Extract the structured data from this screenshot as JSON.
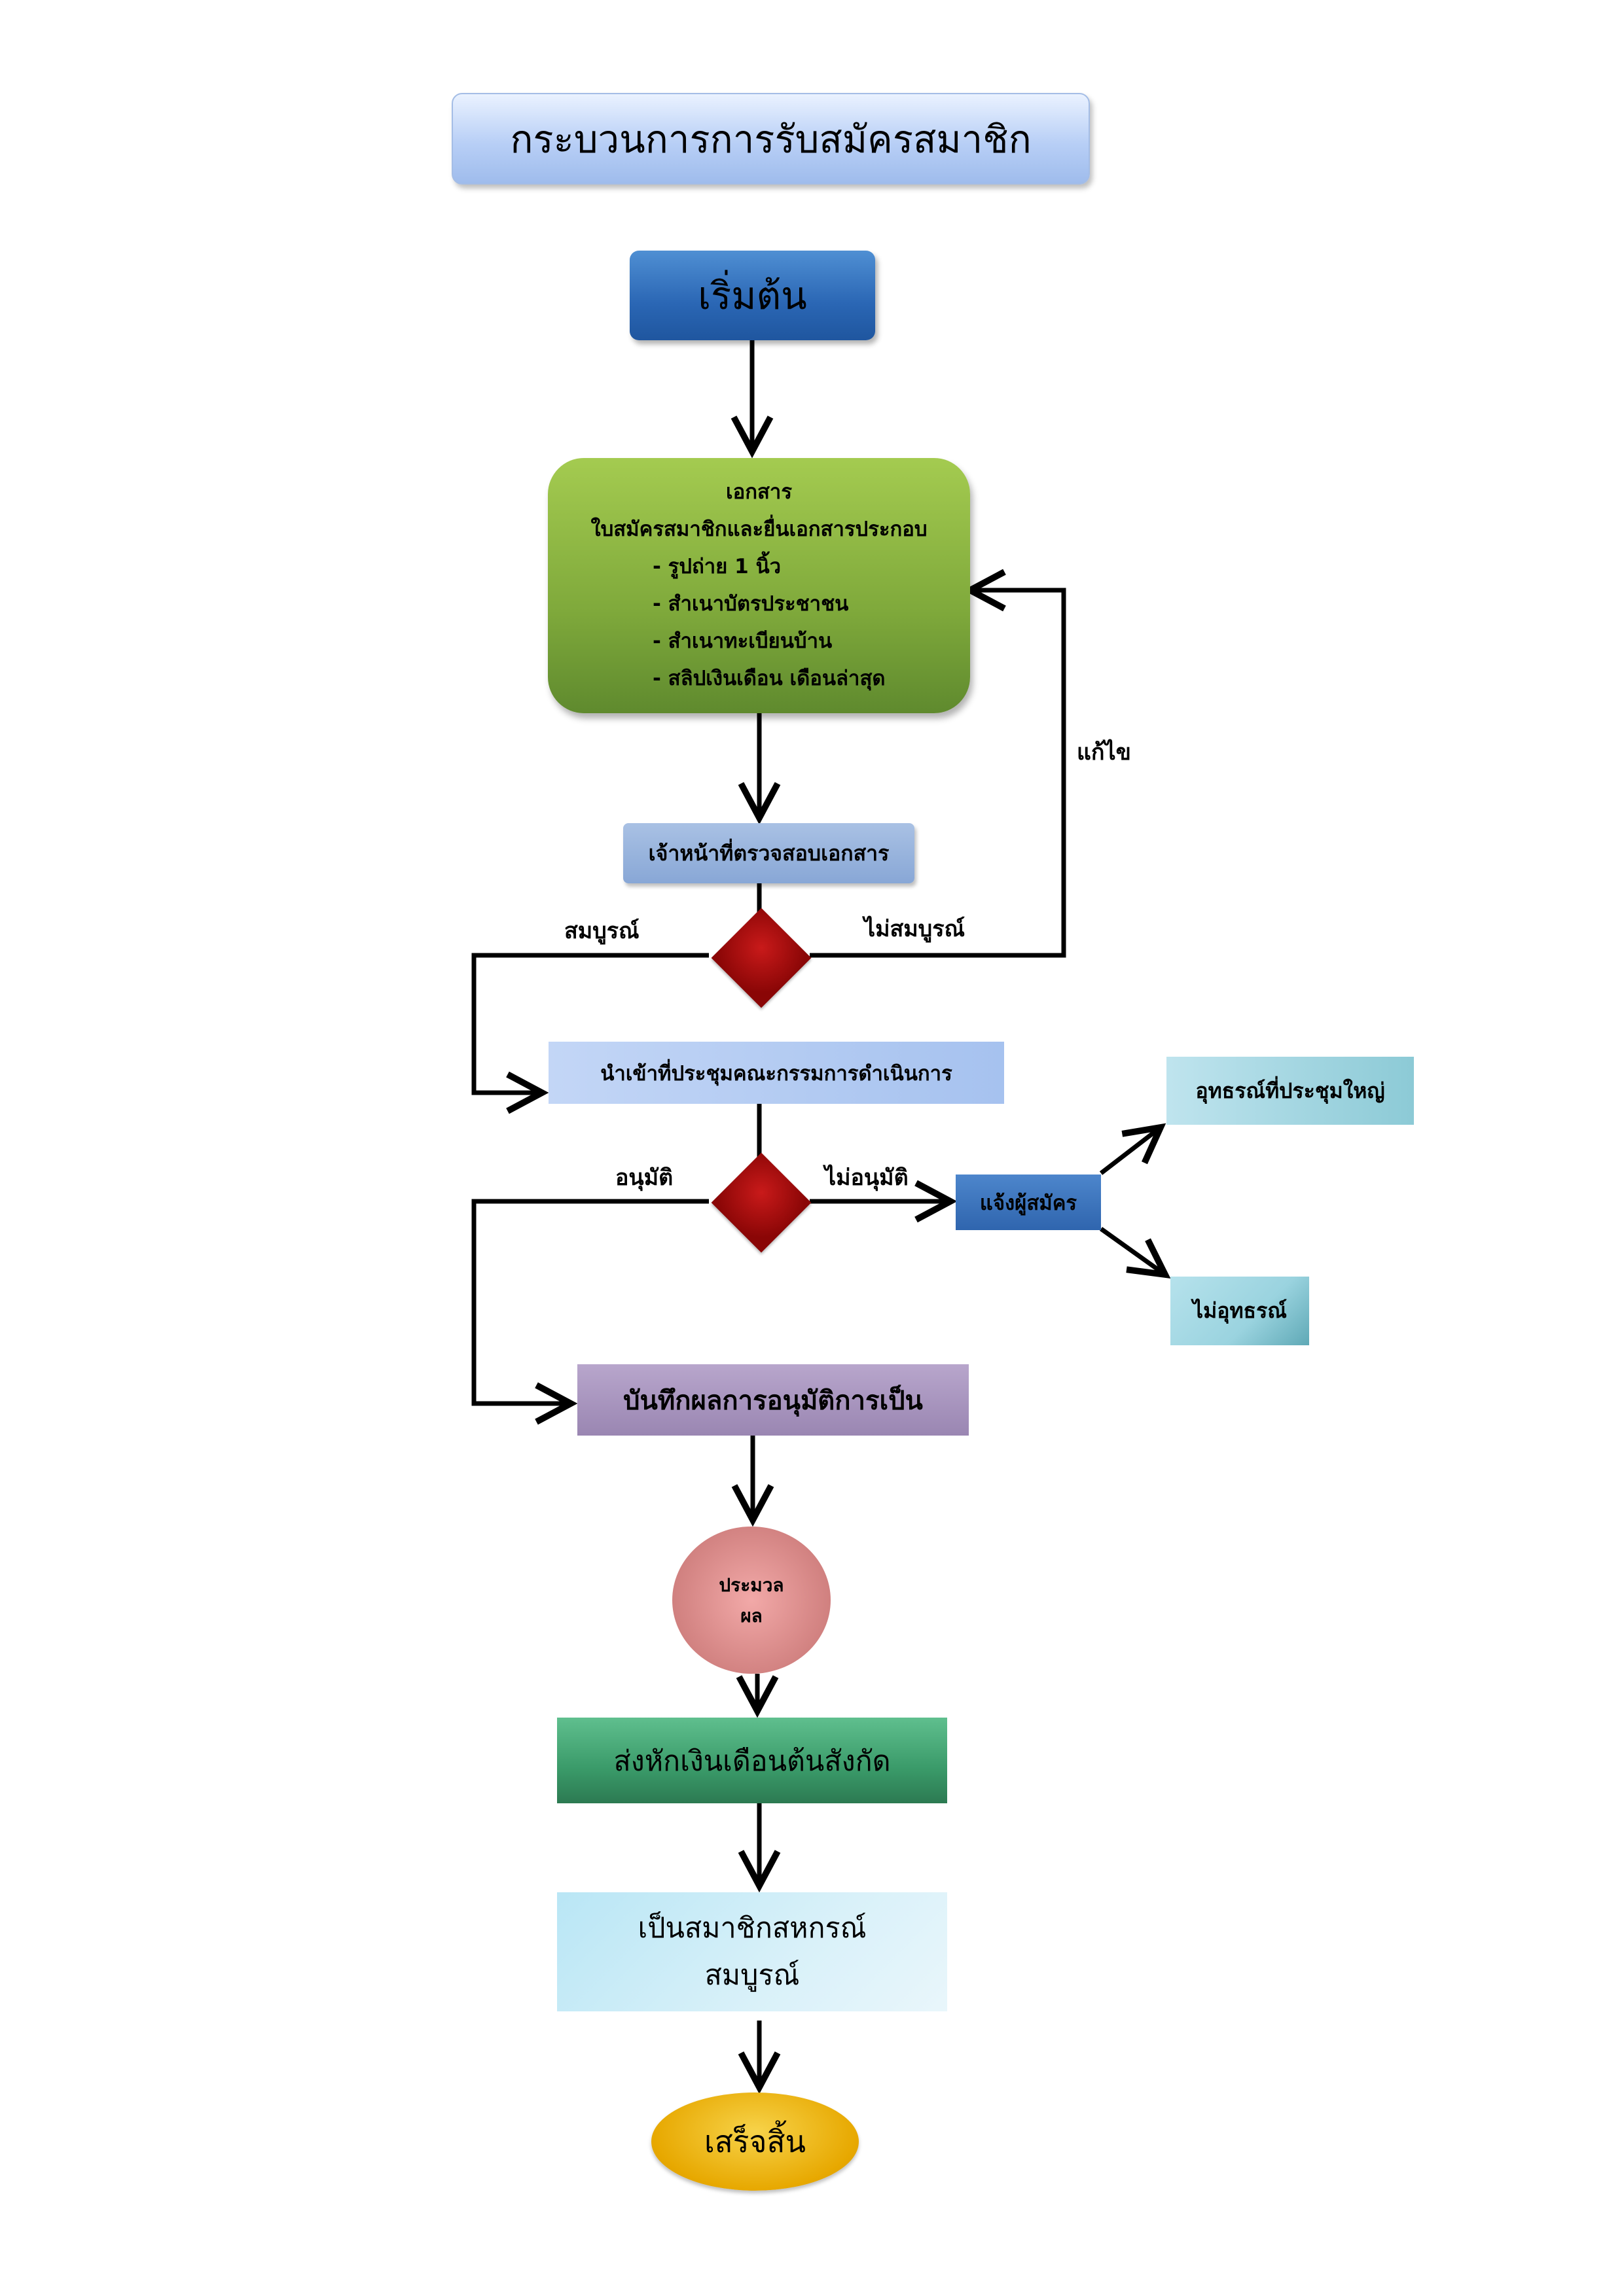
{
  "title": "กระบวนการการรับสมัครสมาชิก",
  "nodes": {
    "start": "เริ่มต้น",
    "documents": {
      "heading": "เอกสาร",
      "subheading": "ใบสมัครสมาชิกและยื่นเอกสารประกอบ",
      "items": [
        "- รูปถ่าย 1 นิ้ว",
        "- สำเนาบัตรประชาชน",
        "- สำเนาทะเบียนบ้าน",
        "- สลิปเงินเดือน เดือนล่าสุด"
      ]
    },
    "check": "เจ้าหน้าที่ตรวจสอบเอกสาร",
    "meeting": "นำเข้าที่ประชุมคณะกรรมการดำเนินการ",
    "notify": "แจ้งผู้สมัคร",
    "appeal": "อุทธรณ์ที่ประชุมใหญ่",
    "no_appeal": "ไม่อุทธรณ์",
    "record": "บันทึกผลการอนุมัติการเป็น",
    "process": [
      "ประมวล",
      "ผล"
    ],
    "deduct": "ส่งหักเงินเดือนต้นสังกัด",
    "member": [
      "เป็นสมาชิกสหกรณ์",
      "สมบูรณ์"
    ],
    "finish": "เสร็จสิ้น"
  },
  "edge_labels": {
    "complete": "สมบูรณ์",
    "incomplete": "ไม่สมบูรณ์",
    "fix": "แก้ไข",
    "approved": "อนุมัติ",
    "not_approved": "ไม่อนุมัติ"
  }
}
